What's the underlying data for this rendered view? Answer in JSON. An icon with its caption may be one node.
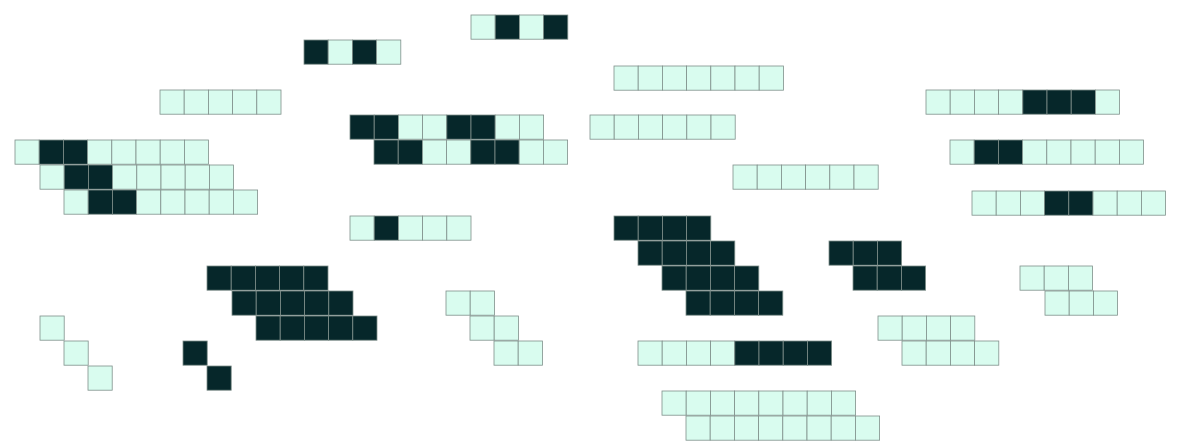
{
  "diagram": {
    "nodes": [
      {
        "text": [],
        "shape": "grid"
      },
      {
        "text": [],
        "shape": "grid"
      },
      {
        "text": [],
        "shape": "grid"
      },
      {
        "text": [],
        "shape": "grid"
      },
      {
        "text": [],
        "shape": "grid"
      },
      {
        "text": [],
        "shape": "grid"
      },
      {
        "text": [],
        "shape": "grid"
      },
      {
        "text": [],
        "shape": "grid"
      },
      {
        "text": [],
        "shape": "grid"
      },
      {
        "text": [],
        "shape": "grid"
      },
      {
        "text": [],
        "shape": "grid"
      },
      {
        "text": [],
        "shape": "grid"
      },
      {
        "text": [],
        "shape": "grid"
      },
      {
        "text": [],
        "shape": "grid"
      },
      {
        "text": [],
        "shape": "grid"
      },
      {
        "text": [],
        "shape": "grid"
      },
      {
        "text": [],
        "shape": "grid"
      },
      {
        "text": [],
        "shape": "grid"
      },
      {
        "text": [],
        "shape": "grid"
      },
      {
        "text": [],
        "shape": "grid"
      },
      {
        "text": [],
        "shape": "grid"
      },
      {
        "text": [],
        "shape": "grid"
      }
    ]
  }
}
